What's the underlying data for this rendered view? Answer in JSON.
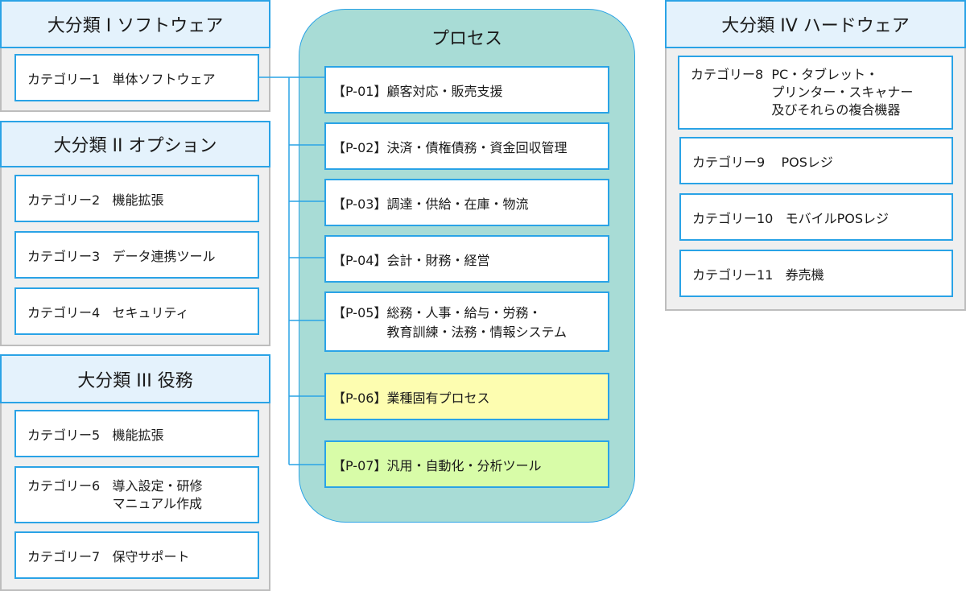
{
  "groups": [
    {
      "title": "大分類 I ソフトウェア",
      "categories": [
        {
          "name": "カテゴリー1",
          "desc": "単体ソフトウェア"
        }
      ]
    },
    {
      "title": "大分類 II オプション",
      "categories": [
        {
          "name": "カテゴリー2",
          "desc": "機能拡張"
        },
        {
          "name": "カテゴリー3",
          "desc": "データ連携ツール"
        },
        {
          "name": "カテゴリー4",
          "desc": "セキュリティ"
        }
      ]
    },
    {
      "title": "大分類 III 役務",
      "categories": [
        {
          "name": "カテゴリー5",
          "desc": "機能拡張"
        },
        {
          "name": "カテゴリー6",
          "desc": "導入設定・研修",
          "desc2": "マニュアル作成"
        },
        {
          "name": "カテゴリー7",
          "desc": "保守サポート"
        }
      ]
    },
    {
      "title": "大分類 IV ハードウェア",
      "categories": [
        {
          "name": "カテゴリー8",
          "desc": "PC・タブレット・",
          "desc2": "プリンター・スキャナー",
          "desc3": "及びそれらの複合機器"
        },
        {
          "name": "カテゴリー9",
          "desc": "POSレジ"
        },
        {
          "name": "カテゴリー10",
          "desc": "モバイルPOSレジ"
        },
        {
          "name": "カテゴリー11",
          "desc": "券売機"
        }
      ]
    }
  ],
  "process": {
    "title": "プロセス",
    "items": [
      {
        "code": "【P-01】",
        "text": "顧客対応・販売支援",
        "color": "#ffffff"
      },
      {
        "code": "【P-02】",
        "text": "決済・債権債務・資金回収管理",
        "color": "#ffffff"
      },
      {
        "code": "【P-03】",
        "text": "調達・供給・在庫・物流",
        "color": "#ffffff"
      },
      {
        "code": "【P-04】",
        "text": "会計・財務・経営",
        "color": "#ffffff"
      },
      {
        "code": "【P-05】",
        "text": "総務・人事・給与・労務・",
        "text2": "教育訓練・法務・情報システム",
        "color": "#ffffff"
      },
      {
        "code": "【P-06】",
        "text": "業種固有プロセス",
        "color": "#fdfdb0"
      },
      {
        "code": "【P-07】",
        "text": "汎用・自動化・分析ツール",
        "color": "#d8fca8"
      }
    ]
  },
  "colors": {
    "accent_border": "#2aa3e6",
    "group_header_bg": "#e4f2fc",
    "group_bg": "#efefef",
    "process_panel_bg": "#a8dcd6"
  }
}
